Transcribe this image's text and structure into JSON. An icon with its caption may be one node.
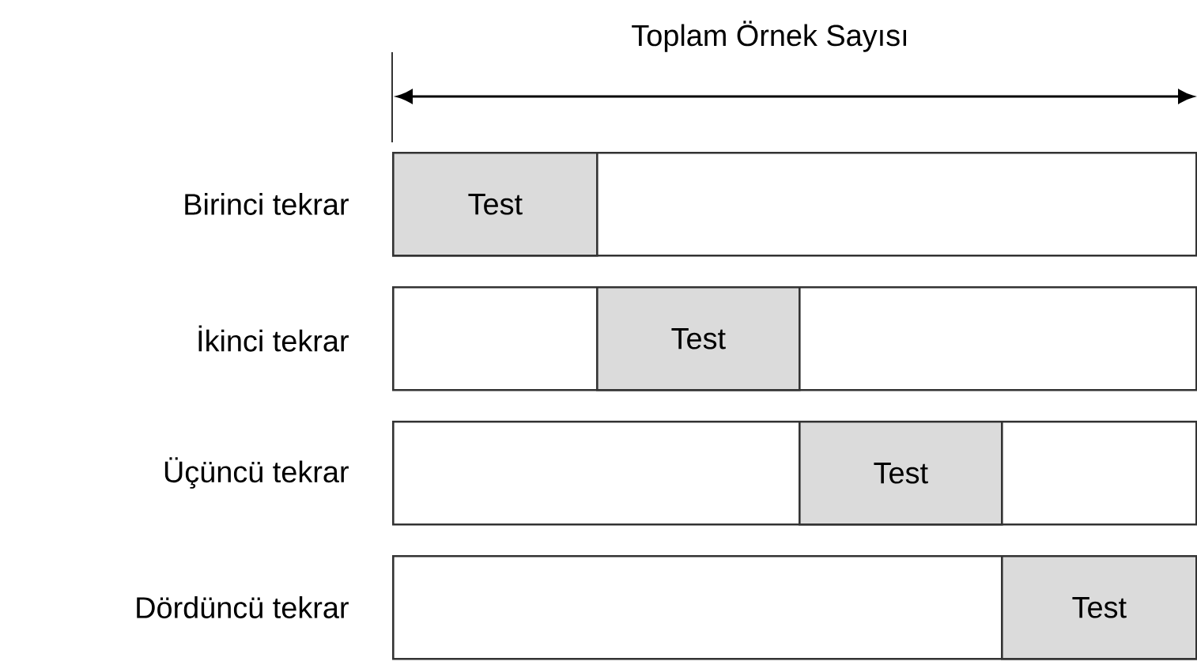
{
  "diagram": {
    "nodes": [
      {
        "text": [],
        "shape": "bar",
        "beside": [
          "Birinci tekrar"
        ]
      },
      {
        "text": [
          "Test"
        ],
        "in": 0
      },
      {
        "text": [],
        "shape": "bar",
        "beside": [
          "İkinci tekrar"
        ]
      },
      {
        "text": [
          "Test"
        ],
        "in": 2
      },
      {
        "text": [],
        "shape": "bar",
        "beside": [
          "Üçüncü tekrar"
        ]
      },
      {
        "text": [
          "Test"
        ],
        "in": 4
      },
      {
        "text": [],
        "shape": "bar",
        "beside": [
          "Dördüncü tekrar"
        ]
      },
      {
        "text": [
          "Test"
        ],
        "in": 6
      }
    ],
    "labels": [
      "Toplam Örnek Sayısı"
    ]
  }
}
